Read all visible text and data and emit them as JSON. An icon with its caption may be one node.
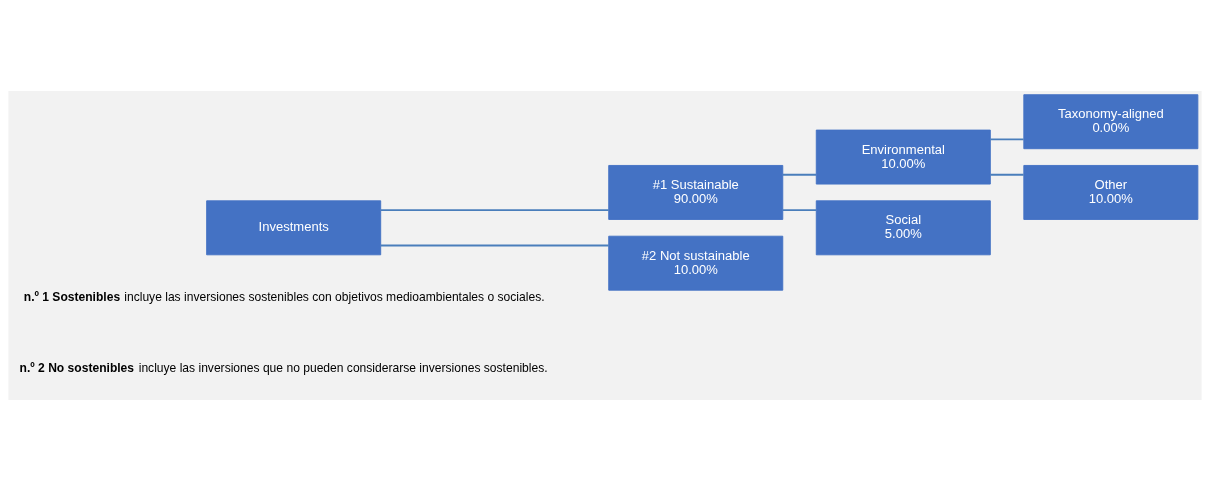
{
  "diagram": {
    "nodes": [
      {
        "text": [
          "Investments"
        ]
      },
      {
        "text": [
          "#1 Sustainable",
          "90.00%"
        ]
      },
      {
        "text": [
          "#2 Not sustainable",
          "10.00%"
        ]
      },
      {
        "text": [
          "Environmental",
          "10.00%"
        ]
      },
      {
        "text": [
          "Social",
          "5.00%"
        ]
      },
      {
        "text": [
          "Taxonomy-aligned",
          "0.00%"
        ]
      },
      {
        "text": [
          "Other",
          "10.00%"
        ]
      }
    ],
    "edges": [
      {
        "from": 0,
        "to": 1,
        "arrow": "none"
      },
      {
        "from": 0,
        "to": 2,
        "arrow": "none"
      },
      {
        "from": 1,
        "to": 3,
        "arrow": "none"
      },
      {
        "from": 1,
        "to": 4,
        "arrow": "none"
      },
      {
        "from": 3,
        "to": 5,
        "arrow": "none"
      },
      {
        "from": 3,
        "to": 6,
        "arrow": "none"
      }
    ],
    "labels": [
      "**n.º 1 Sostenibles** incluye las inversiones sostenibles con objetivos medioambientales o sociales.",
      "**n.º 2 No sostenibles** incluye las inversiones que no pueden considerarse inversiones sostenibles."
    ]
  }
}
